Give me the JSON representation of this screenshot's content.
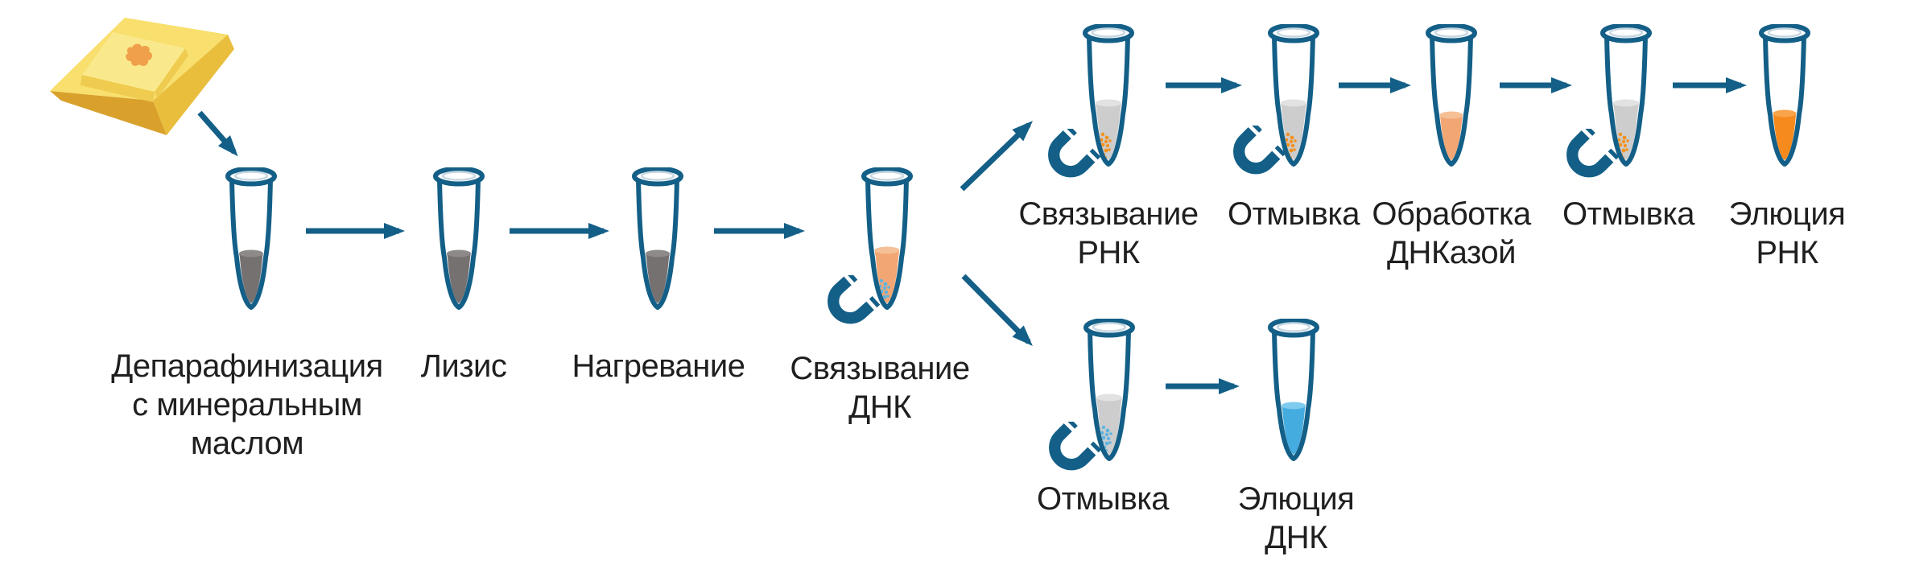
{
  "diagram": {
    "language": "ru",
    "description_icons": [
      "paraffin-block-icon",
      "microtube-icon",
      "magnet-icon",
      "flow-arrow"
    ],
    "stages": [
      {
        "id": "deparaffinization",
        "label": "Депарафинизация\nс минеральным\nмаслом",
        "tube_content": "dark-gray-lysate"
      },
      {
        "id": "lysis",
        "label": "Лизис",
        "tube_content": "dark-gray-lysate"
      },
      {
        "id": "heating",
        "label": "Нагревание",
        "tube_content": "dark-gray-lysate"
      },
      {
        "id": "dna-binding",
        "label": "Связывание\nДНК",
        "tube_content": "pale-orange-with-blue-beads-and-magnet"
      },
      {
        "id": "rna-binding",
        "label": "Связывание\nРНК",
        "tube_content": "gray-with-orange-beads-and-magnet"
      },
      {
        "id": "wash-rna-1",
        "label": "Отмывка",
        "tube_content": "gray-with-orange-beads-and-magnet"
      },
      {
        "id": "dnase-treatment",
        "label": "Обработка\nДНКазой",
        "tube_content": "pale-orange"
      },
      {
        "id": "wash-rna-2",
        "label": "Отмывка",
        "tube_content": "gray-with-orange-beads-and-magnet"
      },
      {
        "id": "rna-elution",
        "label": "Элюция\nРНК",
        "tube_content": "bright-orange"
      },
      {
        "id": "wash-dna",
        "label": "Отмывка",
        "tube_content": "gray-with-blue-beads-and-magnet"
      },
      {
        "id": "dna-elution",
        "label": "Элюция\nДНК",
        "tube_content": "blue"
      }
    ],
    "flow": {
      "main_path": [
        "deparaffinization",
        "lysis",
        "heating",
        "dna-binding"
      ],
      "rna_branch": [
        "rna-binding",
        "wash-rna-1",
        "dnase-treatment",
        "wash-rna-2",
        "rna-elution"
      ],
      "dna_branch": [
        "wash-dna",
        "dna-elution"
      ],
      "source": "paraffin-block"
    },
    "colors": {
      "accent": "#135F87",
      "text": "#1F1F1F",
      "liquid_dark_gray": "#757170",
      "liquid_dark_gray_surface": "#8D8A89",
      "liquid_gray": "#CDCDCD",
      "liquid_gray_surface": "#E2E2E2",
      "liquid_pale_orange": "#F2A673",
      "liquid_pale_orange_surface": "#F6C096",
      "liquid_orange": "#F68A1D",
      "liquid_orange_surface": "#F9A44A",
      "liquid_blue": "#45ACDF",
      "liquid_blue_surface": "#7FCBEF",
      "beads_orange": "#F2921F",
      "beads_blue": "#5FB5E1",
      "paraffin_top": "#F8DF6E",
      "paraffin_light": "#FAE98C",
      "paraffin_side": "#E9BE3C",
      "paraffin_shadow": "#D9A12B",
      "paraffin_front": "#EFCB4F",
      "tissue": "#F0A04B"
    }
  }
}
